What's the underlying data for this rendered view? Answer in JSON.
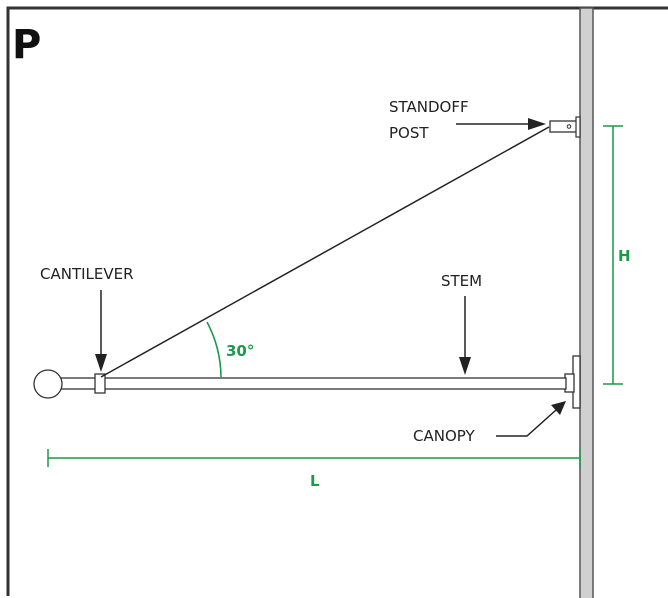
{
  "corner_letter": "P",
  "labels": {
    "standoff_line1": "STANDOFF",
    "standoff_line2": "POST",
    "cantilever": "CANTILEVER",
    "stem": "STEM",
    "canopy": "CANOPY"
  },
  "dimensions": {
    "angle": "30°",
    "height": "H",
    "length": "L"
  },
  "colors": {
    "dimension": "#1a9a4a",
    "line": "#222222",
    "frame": "#333333"
  }
}
